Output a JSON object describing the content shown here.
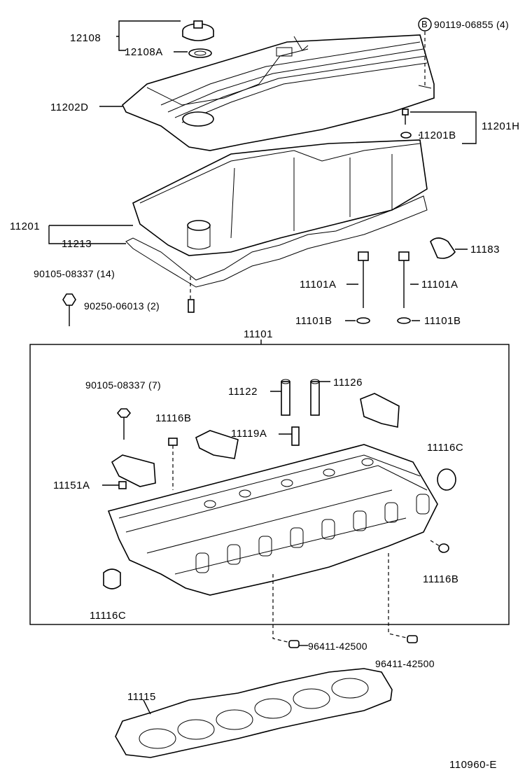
{
  "labels": {
    "p12108": "12108",
    "p12108A": "12108A",
    "p90119": "90119-06855 (4)",
    "bMark": "B",
    "p11202D": "11202D",
    "p11201B": "11201B",
    "p11201H": "11201H",
    "p11201": "11201",
    "p11213": "11213",
    "p11183": "11183",
    "p90105a": "90105-08337 (14)",
    "p90250": "90250-06013 (2)",
    "p11101A_left": "11101A",
    "p11101A_right": "11101A",
    "p11101B_left": "11101B",
    "p11101B_right": "11101B",
    "p11101": "11101",
    "p90105b": "90105-08337 (7)",
    "p11122": "11122",
    "p11126": "11126",
    "p11116B_top": "11116B",
    "p11119A": "11119A",
    "p11116C_right": "11116C",
    "p11151A": "11151A",
    "p11116B_bottom": "11116B",
    "p11116C_left": "11116C",
    "p96411_a": "96411-42500",
    "p96411_b": "96411-42500",
    "p11115": "11115",
    "figId": "110960-E"
  }
}
